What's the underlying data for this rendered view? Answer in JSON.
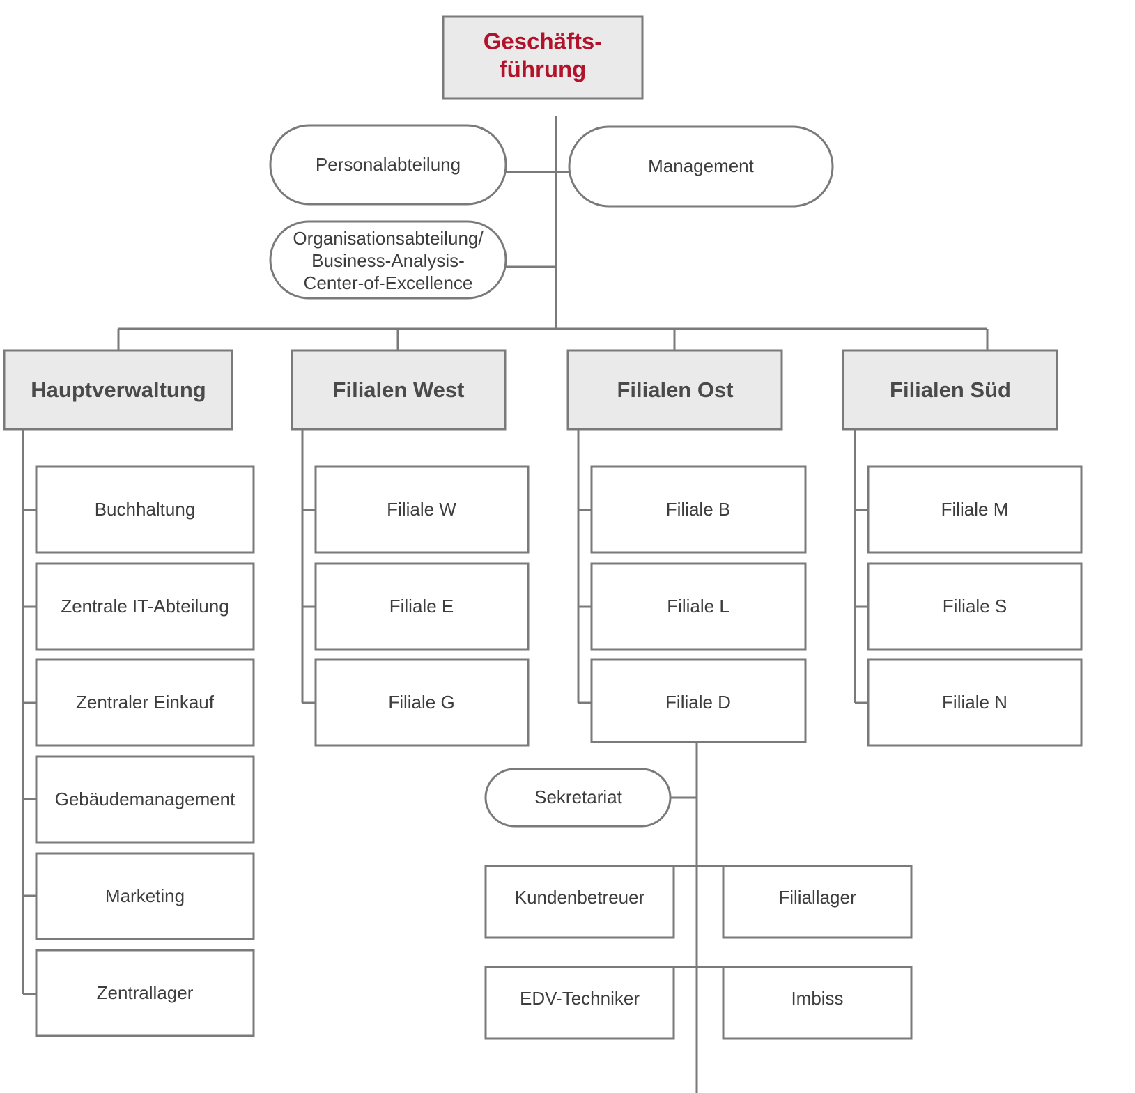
{
  "diagram": {
    "title_node": "Geschäftsführung",
    "type": "organizational-chart",
    "colors": {
      "root_text": "#b3122b",
      "node_border": "#7a7a7a",
      "node_fill": "#ffffff",
      "shaded_fill": "#eaeaea",
      "label_text": "#3d3d3d"
    }
  },
  "root": {
    "id": "geschaeftsfuehrung",
    "label_line1": "Geschäfts-",
    "label_line2": "führung",
    "shape": "rect",
    "shaded": true
  },
  "staff_nodes": [
    {
      "id": "personalabteilung",
      "label": "Personalabteilung",
      "shape": "rounded",
      "side": "left"
    },
    {
      "id": "management",
      "label": "Management",
      "shape": "rounded",
      "side": "right"
    },
    {
      "id": "organisationsabteilung",
      "shape": "rounded",
      "side": "left",
      "label_lines": [
        "Organisationsabteilung/",
        "Business-Analysis-",
        "Center-of-Excellence"
      ]
    }
  ],
  "divisions": [
    {
      "id": "hauptverwaltung",
      "label": "Hauptverwaltung",
      "shape": "rect",
      "shaded": true,
      "children": [
        {
          "id": "buchhaltung",
          "label": "Buchhaltung"
        },
        {
          "id": "zentrale-it-abteilung",
          "label": "Zentrale IT-Abteilung"
        },
        {
          "id": "zentraler-einkauf",
          "label": "Zentraler Einkauf"
        },
        {
          "id": "gebaeudemanagement",
          "label": "Gebäudemanagement"
        },
        {
          "id": "marketing",
          "label": "Marketing"
        },
        {
          "id": "zentrallager",
          "label": "Zentrallager"
        }
      ]
    },
    {
      "id": "filialen-west",
      "label": "Filialen West",
      "shape": "rect",
      "shaded": true,
      "children": [
        {
          "id": "filiale-w",
          "label": "Filiale W"
        },
        {
          "id": "filiale-e",
          "label": "Filiale E"
        },
        {
          "id": "filiale-g",
          "label": "Filiale G"
        }
      ]
    },
    {
      "id": "filialen-ost",
      "label": "Filialen Ost",
      "shape": "rect",
      "shaded": true,
      "children": [
        {
          "id": "filiale-b",
          "label": "Filiale B"
        },
        {
          "id": "filiale-l",
          "label": "Filiale L"
        },
        {
          "id": "filiale-d",
          "label": "Filiale D"
        }
      ]
    },
    {
      "id": "filialen-sued",
      "label": "Filialen Süd",
      "shape": "rect",
      "shaded": true,
      "children": [
        {
          "id": "filiale-m",
          "label": "Filiale M"
        },
        {
          "id": "filiale-s",
          "label": "Filiale S"
        },
        {
          "id": "filiale-n",
          "label": "Filiale N"
        }
      ]
    }
  ],
  "branch_detail": {
    "parent": "filiale-d",
    "staff": {
      "id": "sekretariat",
      "label": "Sekretariat",
      "shape": "rounded"
    },
    "children": [
      {
        "id": "kundenbetreuer",
        "label": "Kundenbetreuer"
      },
      {
        "id": "filiallager",
        "label": "Filiallager"
      },
      {
        "id": "edv-techniker",
        "label": "EDV-Techniker"
      },
      {
        "id": "imbiss",
        "label": "Imbiss"
      }
    ]
  }
}
